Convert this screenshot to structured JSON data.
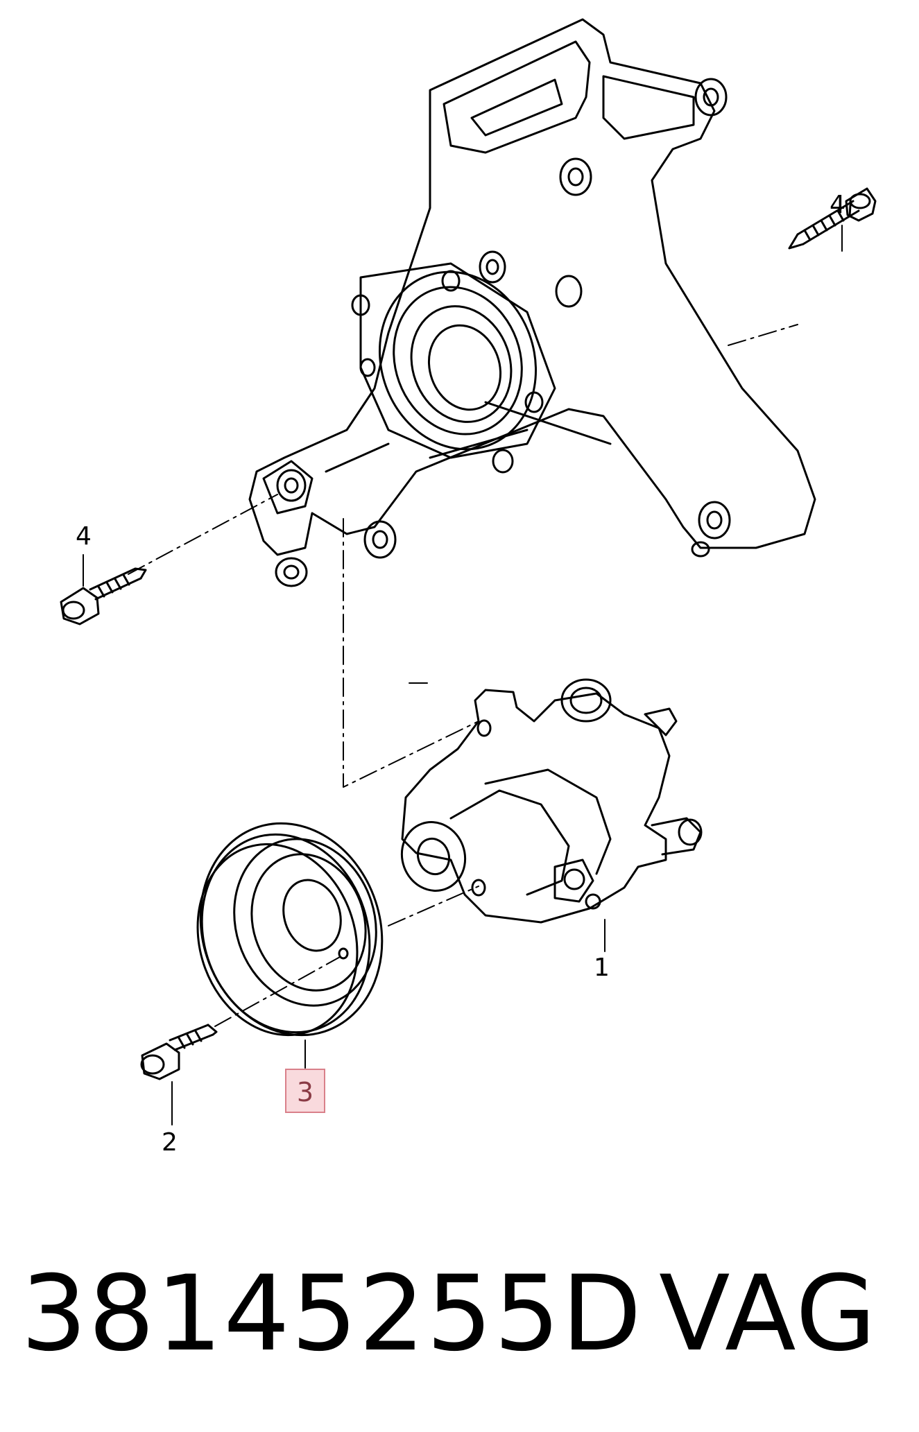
{
  "callouts": {
    "bolt_upper_right": "4",
    "bolt_left": "4",
    "pump": "1",
    "pulley_bolt": "2",
    "pulley": "3"
  },
  "footer": {
    "part_number": "38145255D",
    "brand": "VAG"
  },
  "colors": {
    "highlight_fill": "#f9dadd",
    "highlight_border": "#d9808a",
    "line": "#000000"
  }
}
